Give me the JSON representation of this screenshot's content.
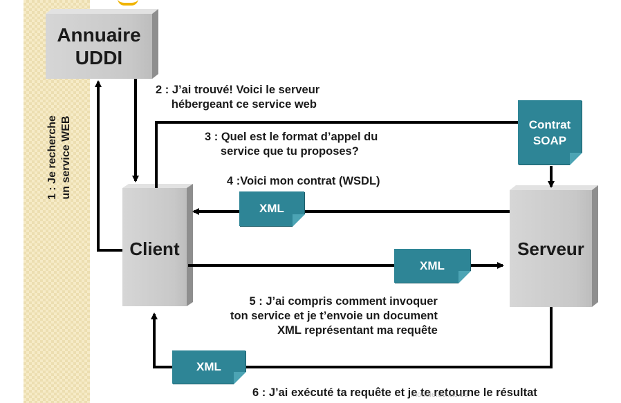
{
  "boxes": {
    "annuaire": "Annuaire\nUDDI",
    "client": "Client",
    "serveur": "Serveur",
    "contrat": "Contrat\nSOAP"
  },
  "steps": {
    "step1": "1 : Je recherche\nun service WEB",
    "step2": "2 : J’ai trouvé! Voici le serveur\n     hébergeant ce service web",
    "step3": "3 : Quel est le format d’appel du\n     service que tu proposes?",
    "step4": "4 :Voici mon contrat (WSDL)",
    "step5": "5 : J’ai compris comment invoquer\nton service et je t’envoie un document\nXML représentant ma requête",
    "step6": "6 : J’ai exécuté ta requête et je te retourne le résultat"
  },
  "xml_label": "XML",
  "watermark": "moodle.ucl.ac.be"
}
